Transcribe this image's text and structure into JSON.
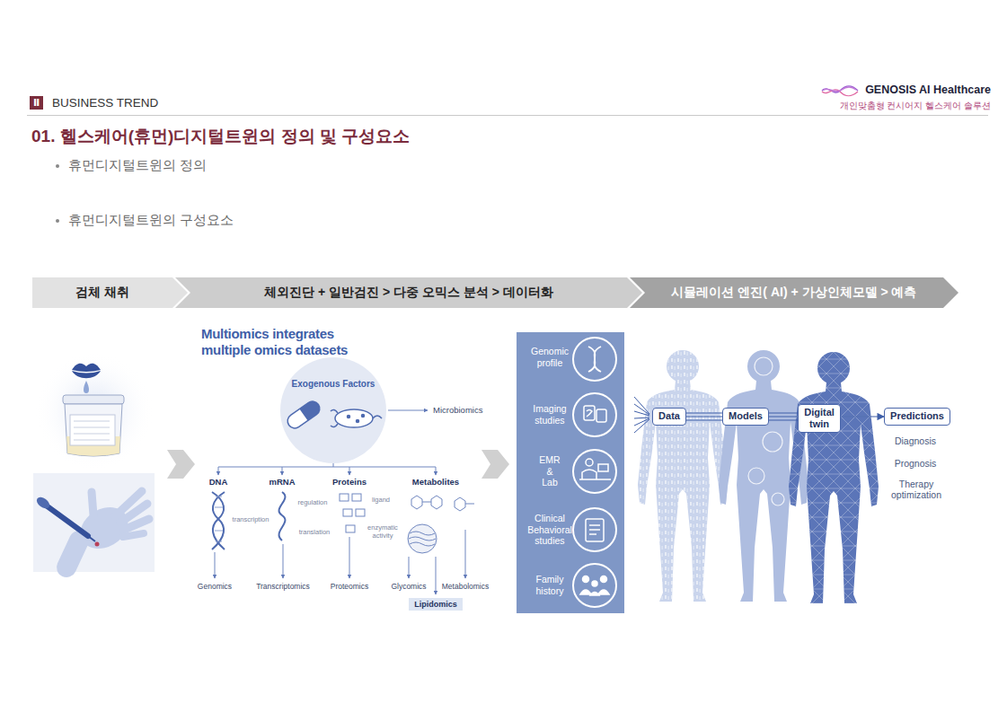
{
  "diagram": {
    "title": "01. 헬스케어(휴먼)디지털트윈의 정의 및 구성요소",
    "nodes": [
      {
        "text": [
          "Ⅱ"
        ]
      },
      {
        "text": [
          "검체 채취"
        ]
      },
      {
        "text": [
          "체외진단 + 일반검진 > 다중 오믹스 분석 > 데이터화"
        ]
      },
      {
        "text": [
          "시뮬레이션 엔진( AI) + 가상인체모델 > 예측"
        ]
      },
      {
        "text": [
          "Exogenous Factors"
        ]
      },
      {
        "text": [
          "Lipidomics"
        ]
      },
      {
        "text": [
          "Genomic profile",
          "Imaging studies",
          "EMR & Lab",
          "Clinical Behavioral studies",
          "Family history"
        ]
      },
      {
        "text": [
          "Data"
        ]
      },
      {
        "text": [
          "Models"
        ]
      },
      {
        "text": [
          "Digital twin"
        ]
      },
      {
        "text": [
          "Predictions"
        ]
      }
    ],
    "edges": [
      {
        "from": 7,
        "to": 8,
        "arrow": "none"
      },
      {
        "from": 8,
        "to": 9,
        "arrow": "none"
      },
      {
        "from": 9,
        "to": 10,
        "arrow": "to"
      }
    ],
    "labels": [
      "BUSINESS TREND",
      "GENOSIS AI Healthcare",
      "개인맞춤형 컨시어지 헬스케어 솔루션",
      "휴먼디지털트윈의 정의",
      "휴먼디지털트윈의 구성요소",
      "Multiomics integrates multiple omics datasets",
      "Microbiomics",
      "DNA",
      "mRNA",
      "Proteins",
      "Metabolites",
      "transcription",
      "regulation",
      "translation",
      "ligand",
      "enzymatic activity",
      "Genomics",
      "Transcriptomics",
      "Proteomics",
      "Glycomics",
      "Metabolomics",
      "Diagnosis",
      "Prognosis",
      "Therapy optimization"
    ]
  }
}
